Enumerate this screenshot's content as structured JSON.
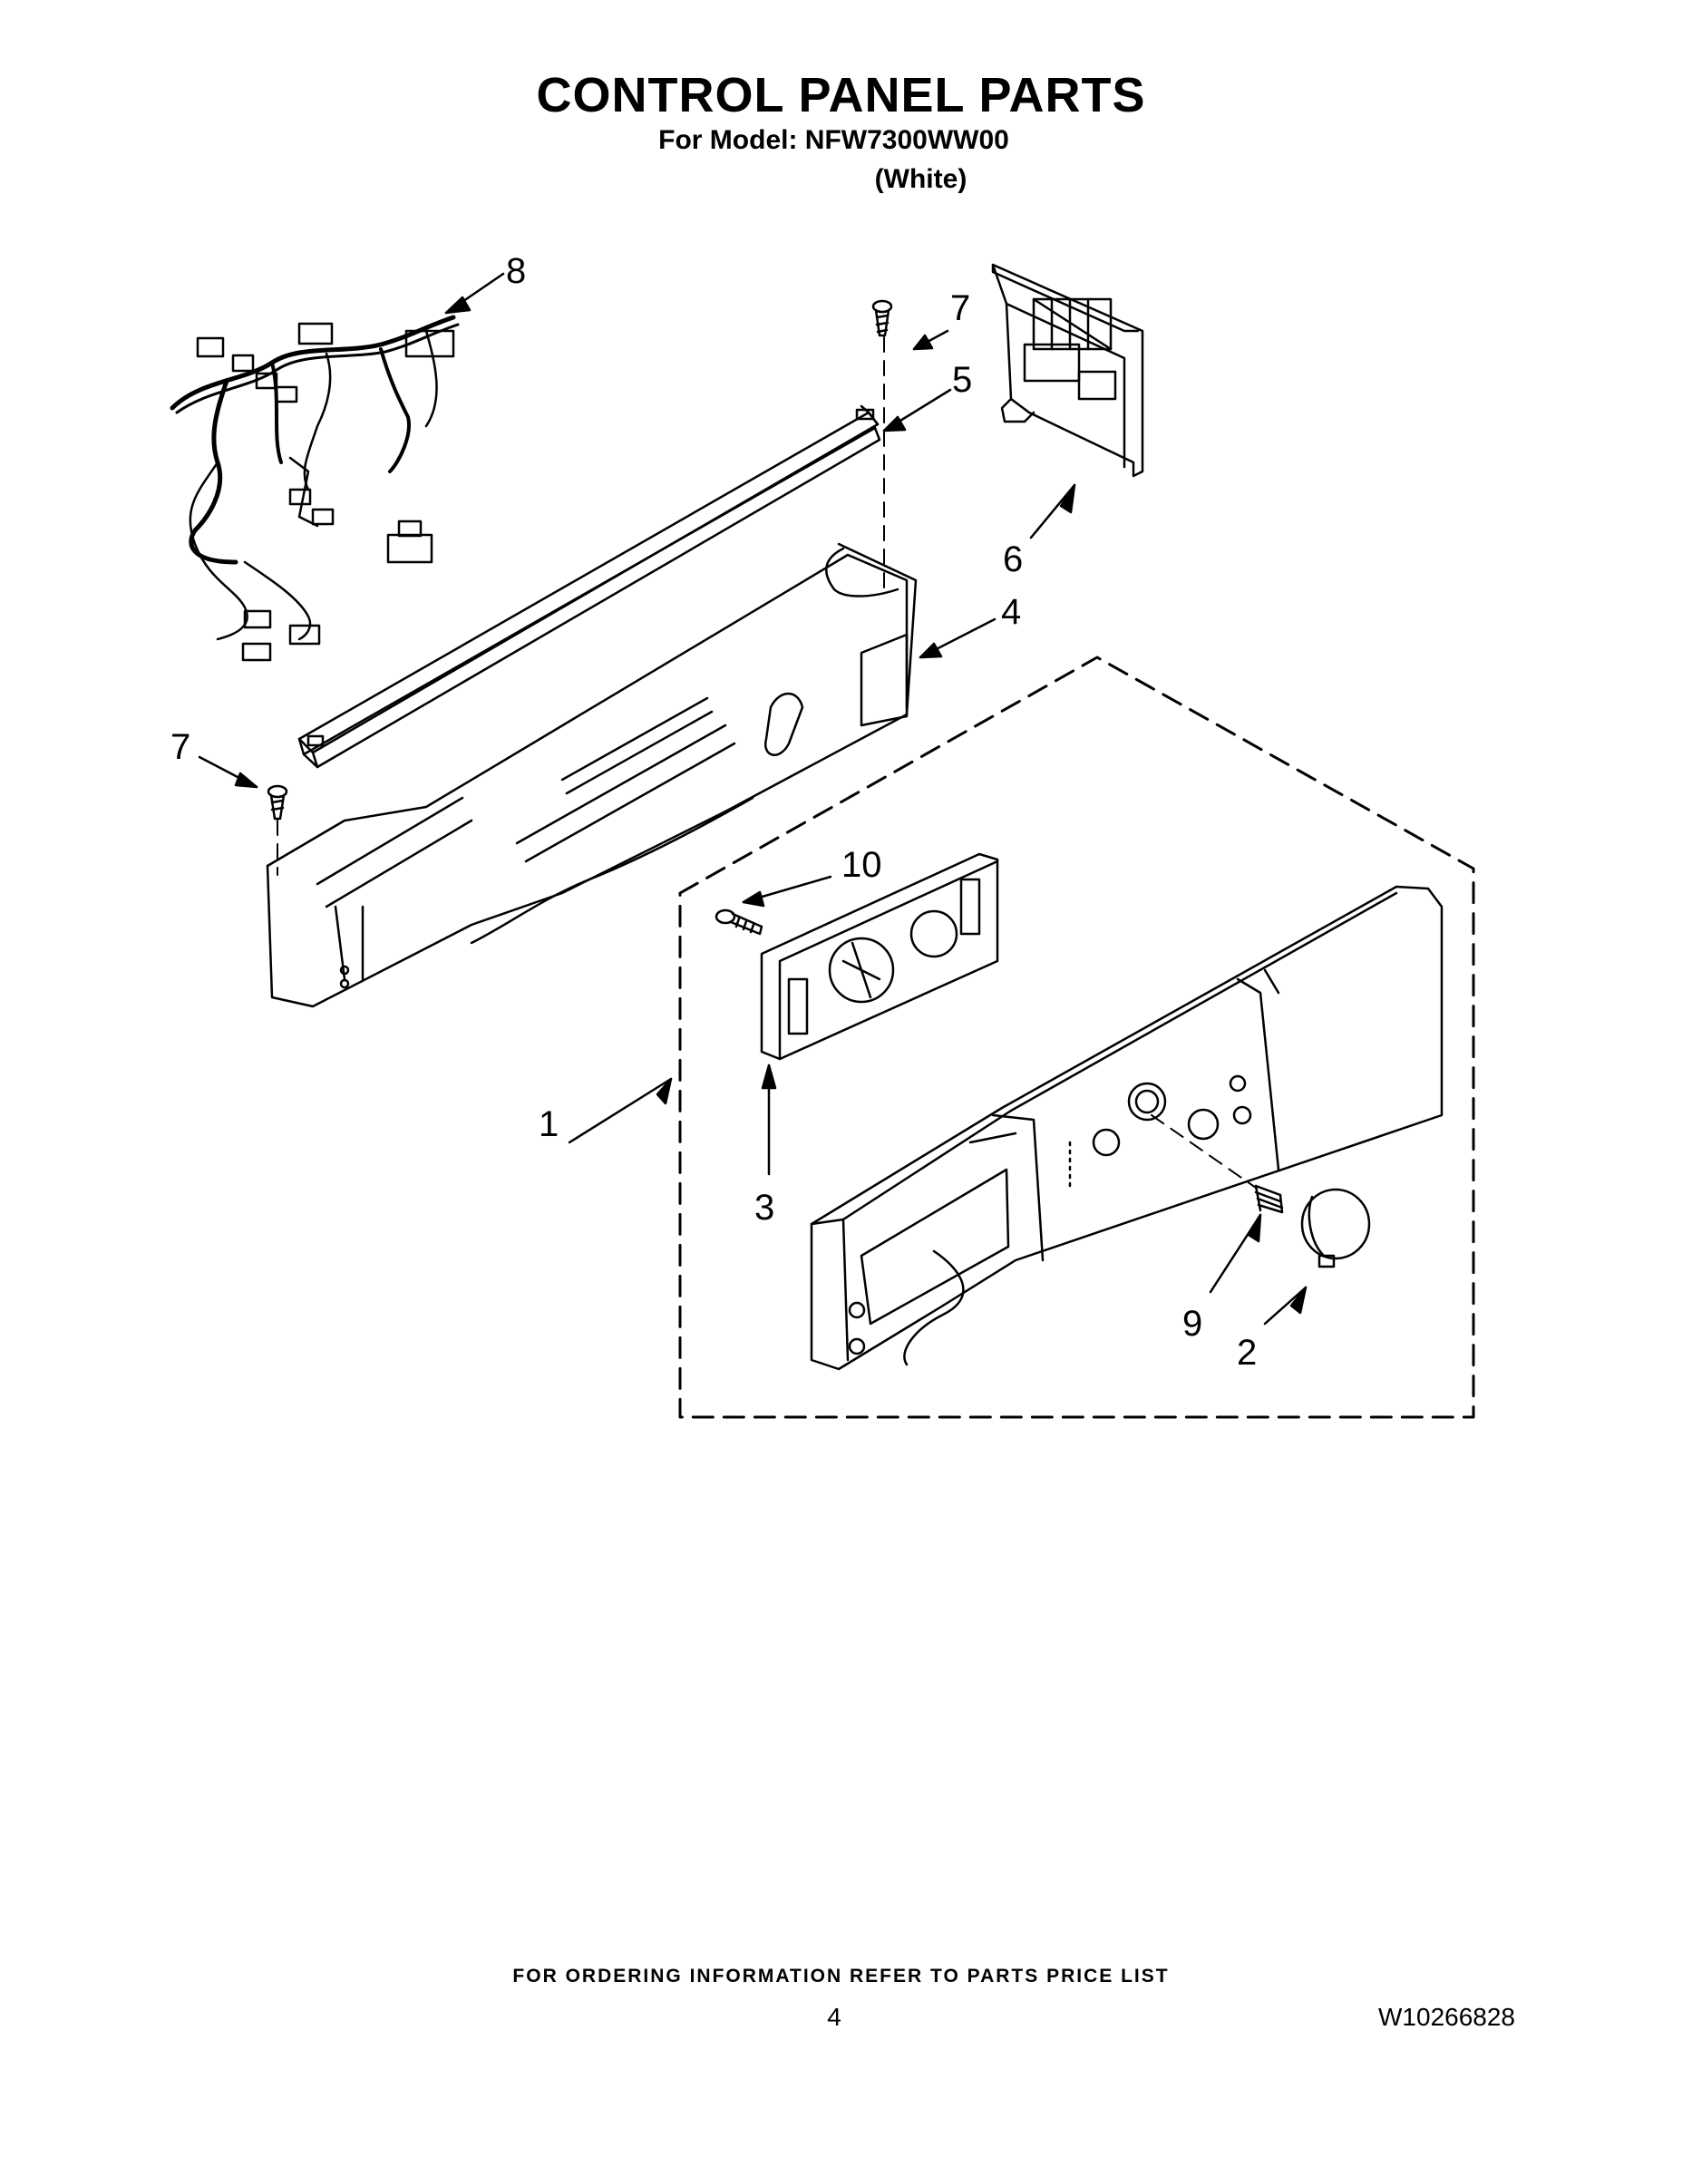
{
  "header": {
    "title": "CONTROL PANEL PARTS",
    "model_line": "For Model: NFW7300WW00",
    "color_line": "(White)"
  },
  "callouts": {
    "wire_harness": "8",
    "screw_top": "7",
    "strip": "5",
    "control_board": "6",
    "bracket": "4",
    "screw_left": "7",
    "knob_screw": "10",
    "console_assembly": "1",
    "ui_board": "3",
    "spring": "9",
    "knob": "2"
  },
  "footer": {
    "ordering": "FOR ORDERING INFORMATION REFER TO PARTS PRICE LIST",
    "page": "4",
    "doc_number": "W10266828"
  }
}
